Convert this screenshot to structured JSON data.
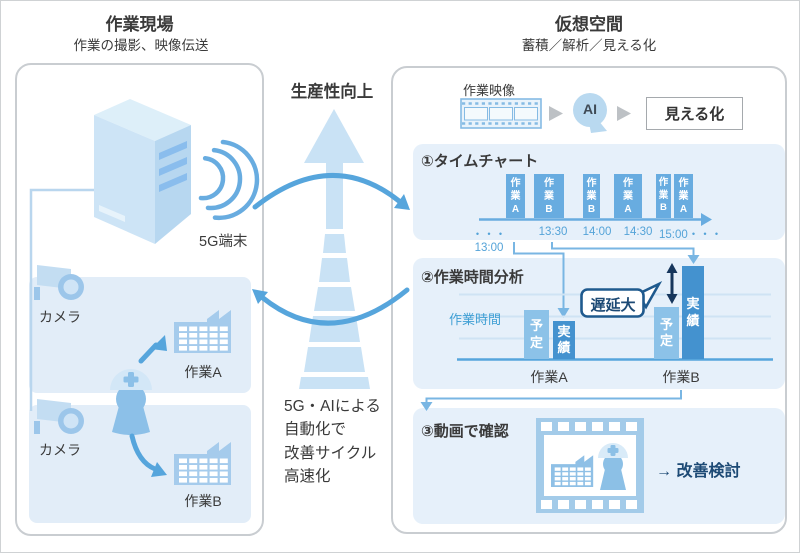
{
  "header": {
    "left": {
      "title": "作業現場",
      "subtitle": "作業の撮影、映像伝送"
    },
    "right": {
      "title": "仮想空間",
      "subtitle": "蓄積／解析／見える化"
    }
  },
  "center": {
    "productivity_label": "生産性向上",
    "cycle_note": "5G・AIによる\n自動化で\n改善サイクル\n高速化"
  },
  "left_panel": {
    "terminal_label": "5G端末",
    "camera_labels": [
      "カメラ",
      "カメラ"
    ],
    "work_labels": [
      "作業A",
      "作業B"
    ]
  },
  "right_panel": {
    "flow": {
      "video_label": "作業映像",
      "ai_label": "AI",
      "output_label": "見える化"
    },
    "timechart": {
      "title": "①タイムチャート",
      "blocks": [
        "作\n業\nA",
        "作\n業\nB",
        "作\n業\nB",
        "作\n業\nA",
        "作\n業\nB",
        "作\n業\nA"
      ],
      "times": [
        "・・・13:00",
        "13:30",
        "14:00",
        "14:30",
        "15:00・・・"
      ]
    },
    "analysis": {
      "title": "②作業時間分析",
      "axis_label": "作業時間",
      "callout": "遅延大",
      "bars": [
        "予\n定",
        "実\n績",
        "予\n定",
        "実\n績"
      ],
      "categories": [
        "作業A",
        "作業B"
      ]
    },
    "video_check": {
      "title": "③動画で確認",
      "action_label": "→ 改善検討"
    }
  },
  "chart_data": {
    "type": "bar",
    "title": "作業時間分析",
    "categories": [
      "作業A",
      "作業B"
    ],
    "series": [
      {
        "name": "予定",
        "values": [
          49,
          52
        ]
      },
      {
        "name": "実績",
        "values": [
          38,
          93
        ]
      }
    ],
    "ylabel": "作業時間",
    "unit": "relative bar height in px (no numeric axis shown)",
    "annotations": [
      "遅延大"
    ],
    "timeline_ticks": [
      "13:00",
      "13:30",
      "14:00",
      "14:30",
      "15:00"
    ],
    "timeline_blocks": [
      "作業A",
      "作業B",
      "作業B",
      "作業A",
      "作業B",
      "作業A"
    ]
  },
  "colors": {
    "panel_bg": "#e6f0fa",
    "inner_bg": "#e2edf8",
    "light_icon": "#c9e2f5",
    "medium_blue": "#68ace0",
    "planned_bar": "#8cc2e8",
    "actual_bar": "#4492cf",
    "cycle_arrow": "#56a5dc",
    "navy": "#1d4a75",
    "time_text": "#54a3d8",
    "axis_label": "#3f9fd4"
  },
  "icons": [
    "server-icon",
    "wireless-signal-icon",
    "camera-icon",
    "worker-icon",
    "factory-icon",
    "film-strip-icon",
    "ai-head-icon",
    "play-arrow-icon",
    "up-arrow-icon",
    "cycle-arrows-icon",
    "film-frame-icon"
  ]
}
